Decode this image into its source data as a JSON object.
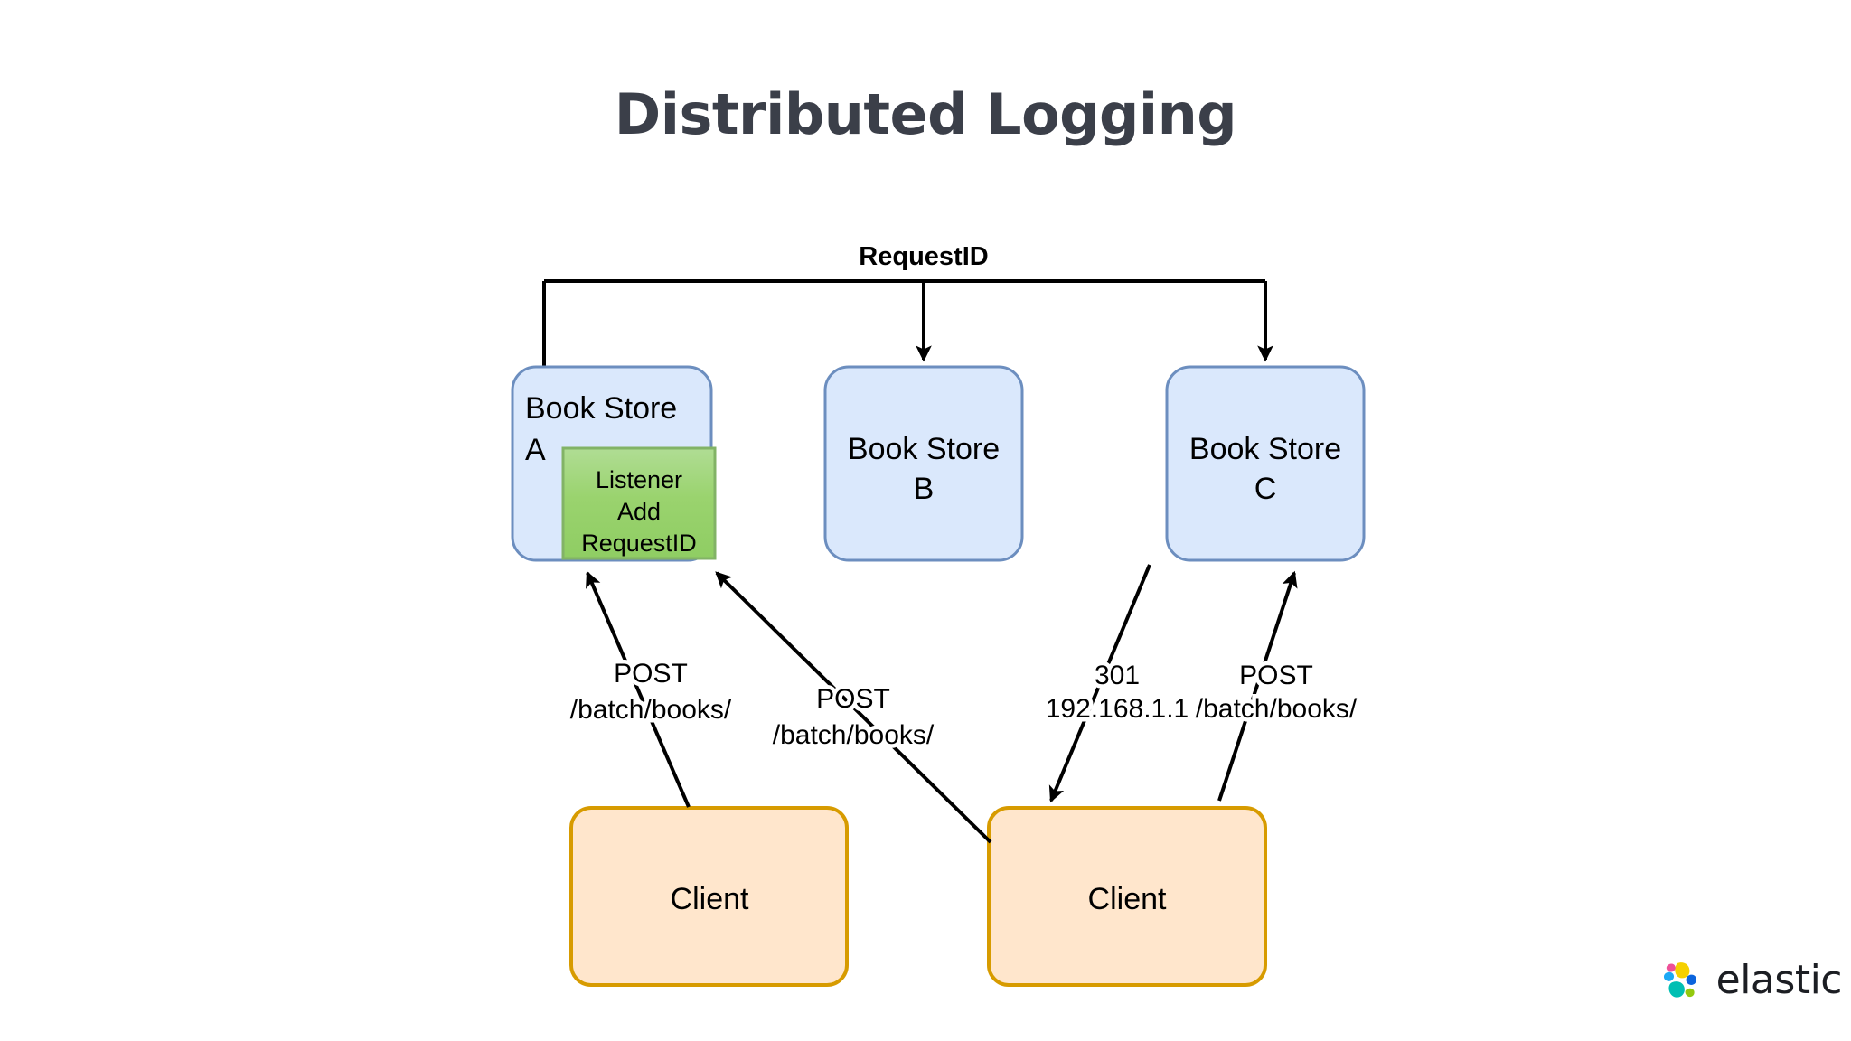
{
  "slide": {
    "title": "Distributed Logging",
    "background_color": "#ffffff",
    "title_color": "#3b3f49"
  },
  "tree": {
    "label": "RequestID",
    "description": "RequestID fan-out bar distributing to the three Book Store nodes"
  },
  "nodes": {
    "store_a": {
      "line1": "Book Store",
      "line2": "A",
      "fill": "#dae8fc",
      "stroke": "#6c8ebf"
    },
    "store_b": {
      "line1": "Book Store",
      "line2": "B",
      "fill": "#dae8fc",
      "stroke": "#6c8ebf"
    },
    "store_c": {
      "line1": "Book Store",
      "line2": "C",
      "fill": "#dae8fc",
      "stroke": "#6c8ebf"
    },
    "listener": {
      "line1": "Listener",
      "line2": "Add",
      "line3": "RequestID",
      "fill": "#9ad36e",
      "stroke": "#82b366"
    },
    "client_left": {
      "label": "Client",
      "fill": "#ffe6cc",
      "stroke": "#d79b00"
    },
    "client_right": {
      "label": "Client",
      "fill": "#ffe6cc",
      "stroke": "#d79b00"
    }
  },
  "edges": {
    "post_a_from_left_client": {
      "line1": "POST",
      "line2": "/batch/books/"
    },
    "post_a_from_right_client": {
      "line1": "POST",
      "line2": "/batch/books/"
    },
    "redirect_from_c": {
      "line1": "301",
      "line2": "192.168.1.1"
    },
    "post_c_from_right_client": {
      "line1": "POST",
      "line2": "/batch/books/"
    }
  },
  "brand": {
    "name": "elastic",
    "colors": {
      "yellow": "#f5d000",
      "teal": "#00bfb3",
      "blue": "#0b64dd",
      "light_blue": "#24bbb1",
      "pink": "#ee5098",
      "green": "#93c90e",
      "wordmark": "#1c1e23"
    }
  }
}
